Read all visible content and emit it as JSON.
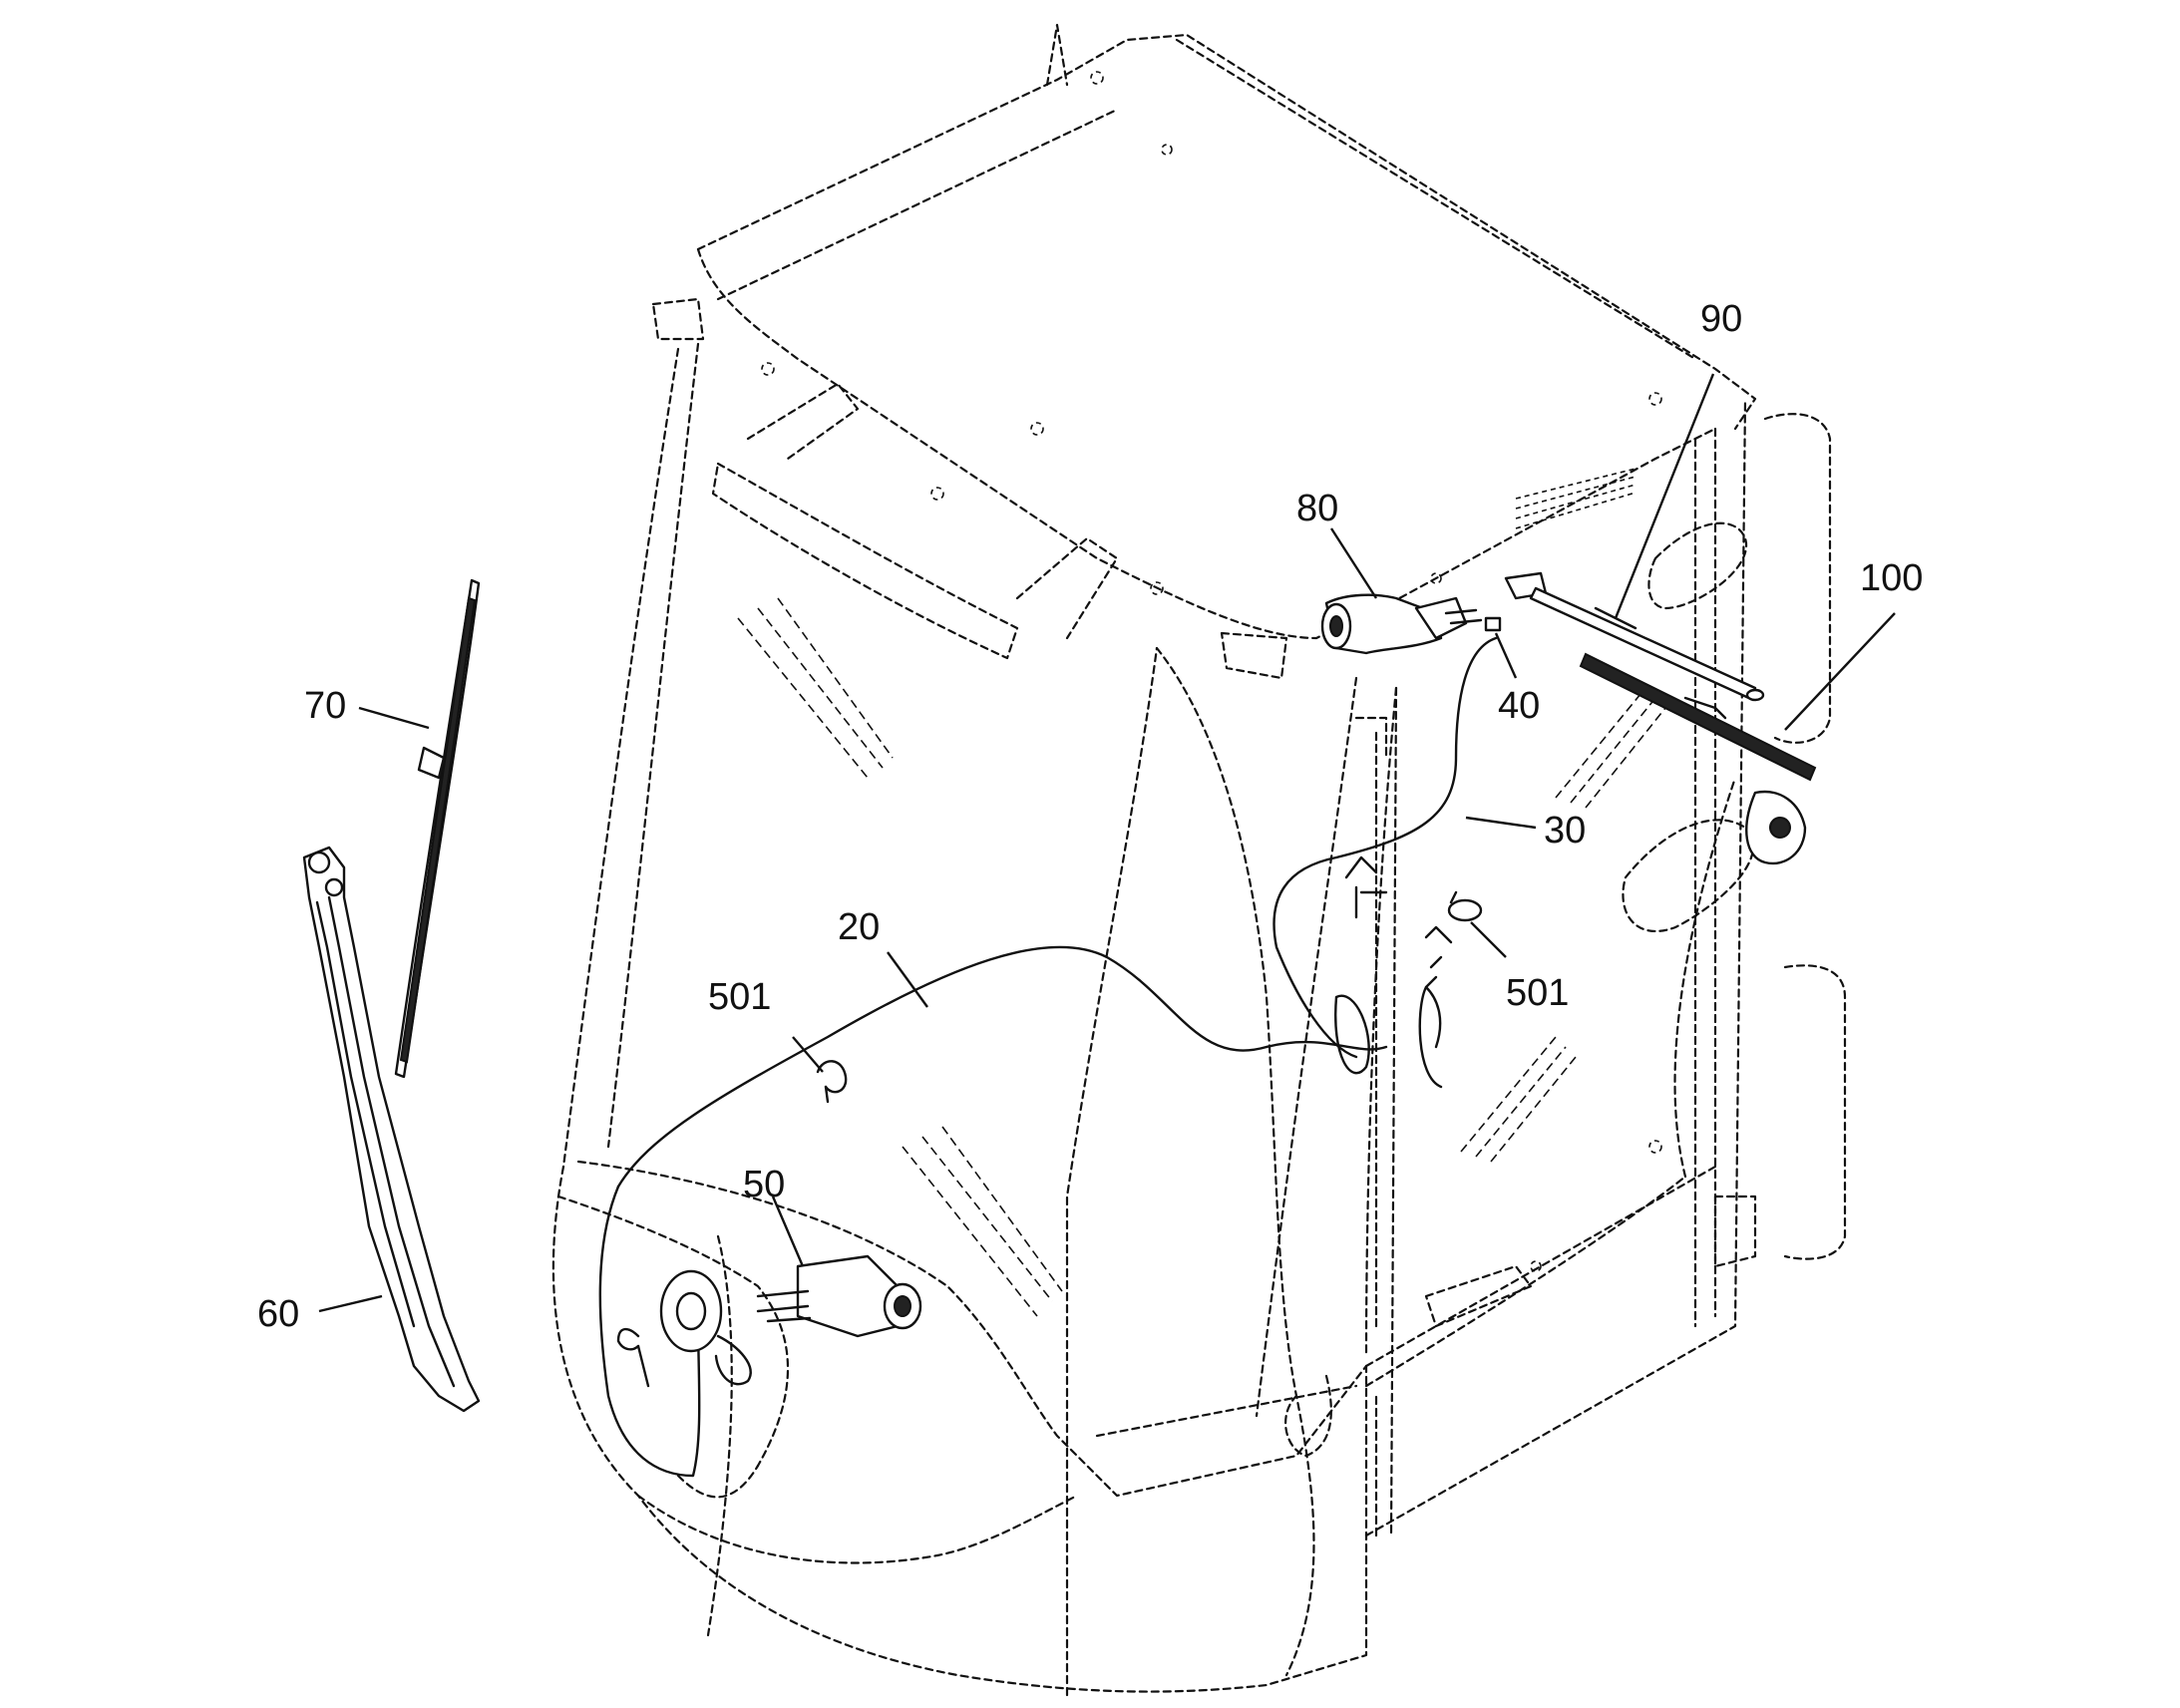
{
  "callouts": [
    {
      "label": "90"
    },
    {
      "label": "100"
    },
    {
      "label": "80"
    },
    {
      "label": "40"
    },
    {
      "label": "30"
    },
    {
      "label": "70"
    },
    {
      "label": "20"
    },
    {
      "label": "501"
    },
    {
      "label": "501"
    },
    {
      "label": "50"
    },
    {
      "label": "60"
    }
  ],
  "colors": {
    "line": "#111111",
    "background": "#ffffff"
  }
}
